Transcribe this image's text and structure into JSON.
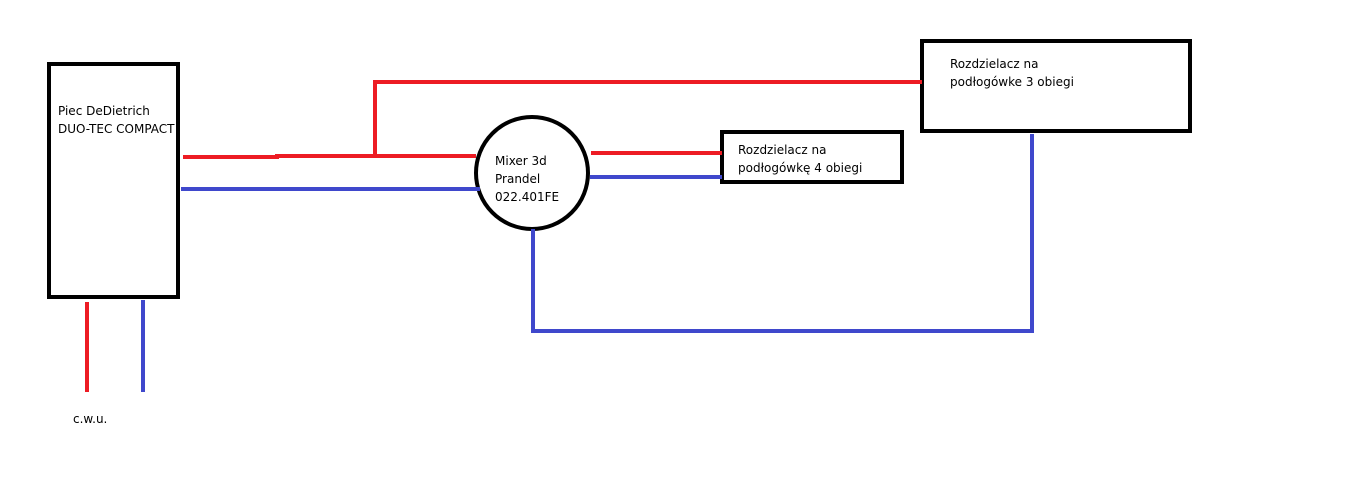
{
  "colors": {
    "supply": "#ed1c24",
    "return": "#3f48cc",
    "outline": "#000000",
    "background": "#ffffff"
  },
  "boiler": {
    "line1": "Piec DeDietrich",
    "line2": "DUO-TEC COMPACT"
  },
  "mixer": {
    "line1": "Mixer 3d",
    "line2": "Prandel",
    "line3": "022.401FE"
  },
  "manifold_4": {
    "line1": "Rozdzielacz na",
    "line2": "podłogówkę 4 obiegi"
  },
  "manifold_3": {
    "line1": "Rozdzielacz na",
    "line2": "podłogówke 3 obiegi"
  },
  "dhw": {
    "label": "c.w.u."
  }
}
